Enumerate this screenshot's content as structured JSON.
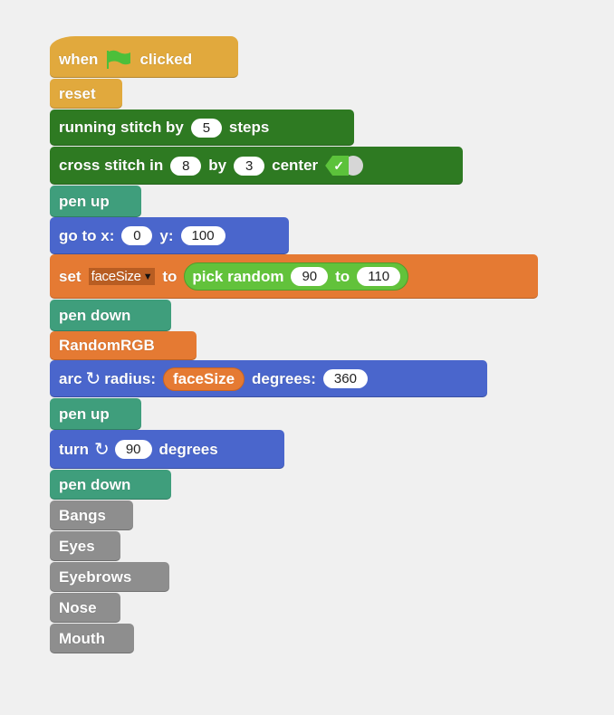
{
  "colors": {
    "control": "#e1a93d",
    "embroidery": "#2e7a22",
    "pen": "#3f9e7c",
    "motion": "#4a66cc",
    "variables": "#e57a33",
    "operators": "#62c23b",
    "custom": "#8e8e8e"
  },
  "blocks": {
    "hat": {
      "when": "when",
      "clicked": "clicked",
      "icon": "green-flag-icon"
    },
    "reset": "reset",
    "running": {
      "label": "running stitch by",
      "value": "5",
      "suffix": "steps"
    },
    "cross": {
      "label": "cross stitch in",
      "w": "8",
      "by": "by",
      "h": "3",
      "center": "center",
      "toggle_on": true,
      "check": "✓"
    },
    "pen_up_1": "pen up",
    "goto": {
      "label": "go to x:",
      "x": "0",
      "ylabel": "y:",
      "y": "100"
    },
    "set": {
      "label": "set",
      "var": "faceSize",
      "arrow": "▼",
      "to": "to",
      "op_label": "pick random",
      "from": "90",
      "op_to": "to",
      "max": "110"
    },
    "pen_down_1": "pen down",
    "random_rgb": "RandomRGB",
    "arc": {
      "label": "arc",
      "icon": "↻",
      "radius": "radius:",
      "var": "faceSize",
      "degrees": "degrees:",
      "value": "360"
    },
    "pen_up_2": "pen up",
    "turn": {
      "label": "turn",
      "icon": "↻",
      "value": "90",
      "suffix": "degrees"
    },
    "pen_down_2": "pen down",
    "custom": [
      "Bangs",
      "Eyes",
      "Eyebrows",
      "Nose",
      "Mouth"
    ]
  }
}
